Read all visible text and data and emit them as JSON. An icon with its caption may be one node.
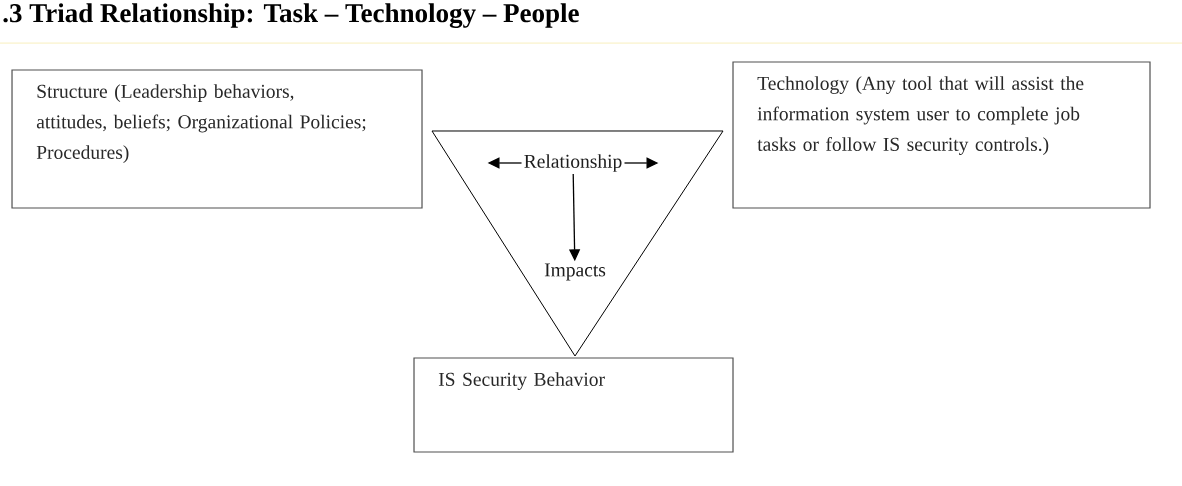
{
  "diagram": {
    "title": ".3 Triad Relationship: Task – Technology – People",
    "nodes": [
      {
        "text": [
          "Structure (Leadership behaviors, attitudes, beliefs; Organizational Policies; Procedures)"
        ]
      },
      {
        "text": [
          "Technology (Any tool that will assist the information system user to complete job tasks or follow IS security controls.)"
        ]
      },
      {
        "text": [],
        "shape": "triangle"
      },
      {
        "text": [
          "Relationship"
        ],
        "in": 2
      },
      {
        "text": [
          "Impacts"
        ],
        "in": 2
      },
      {
        "text": [
          "IS Security Behavior"
        ]
      }
    ],
    "edges": [
      {
        "from": 3,
        "to": null,
        "arrow": "to"
      },
      {
        "from": 3,
        "to": null,
        "arrow": "to"
      },
      {
        "from": 3,
        "to": 4,
        "arrow": "to"
      }
    ]
  }
}
